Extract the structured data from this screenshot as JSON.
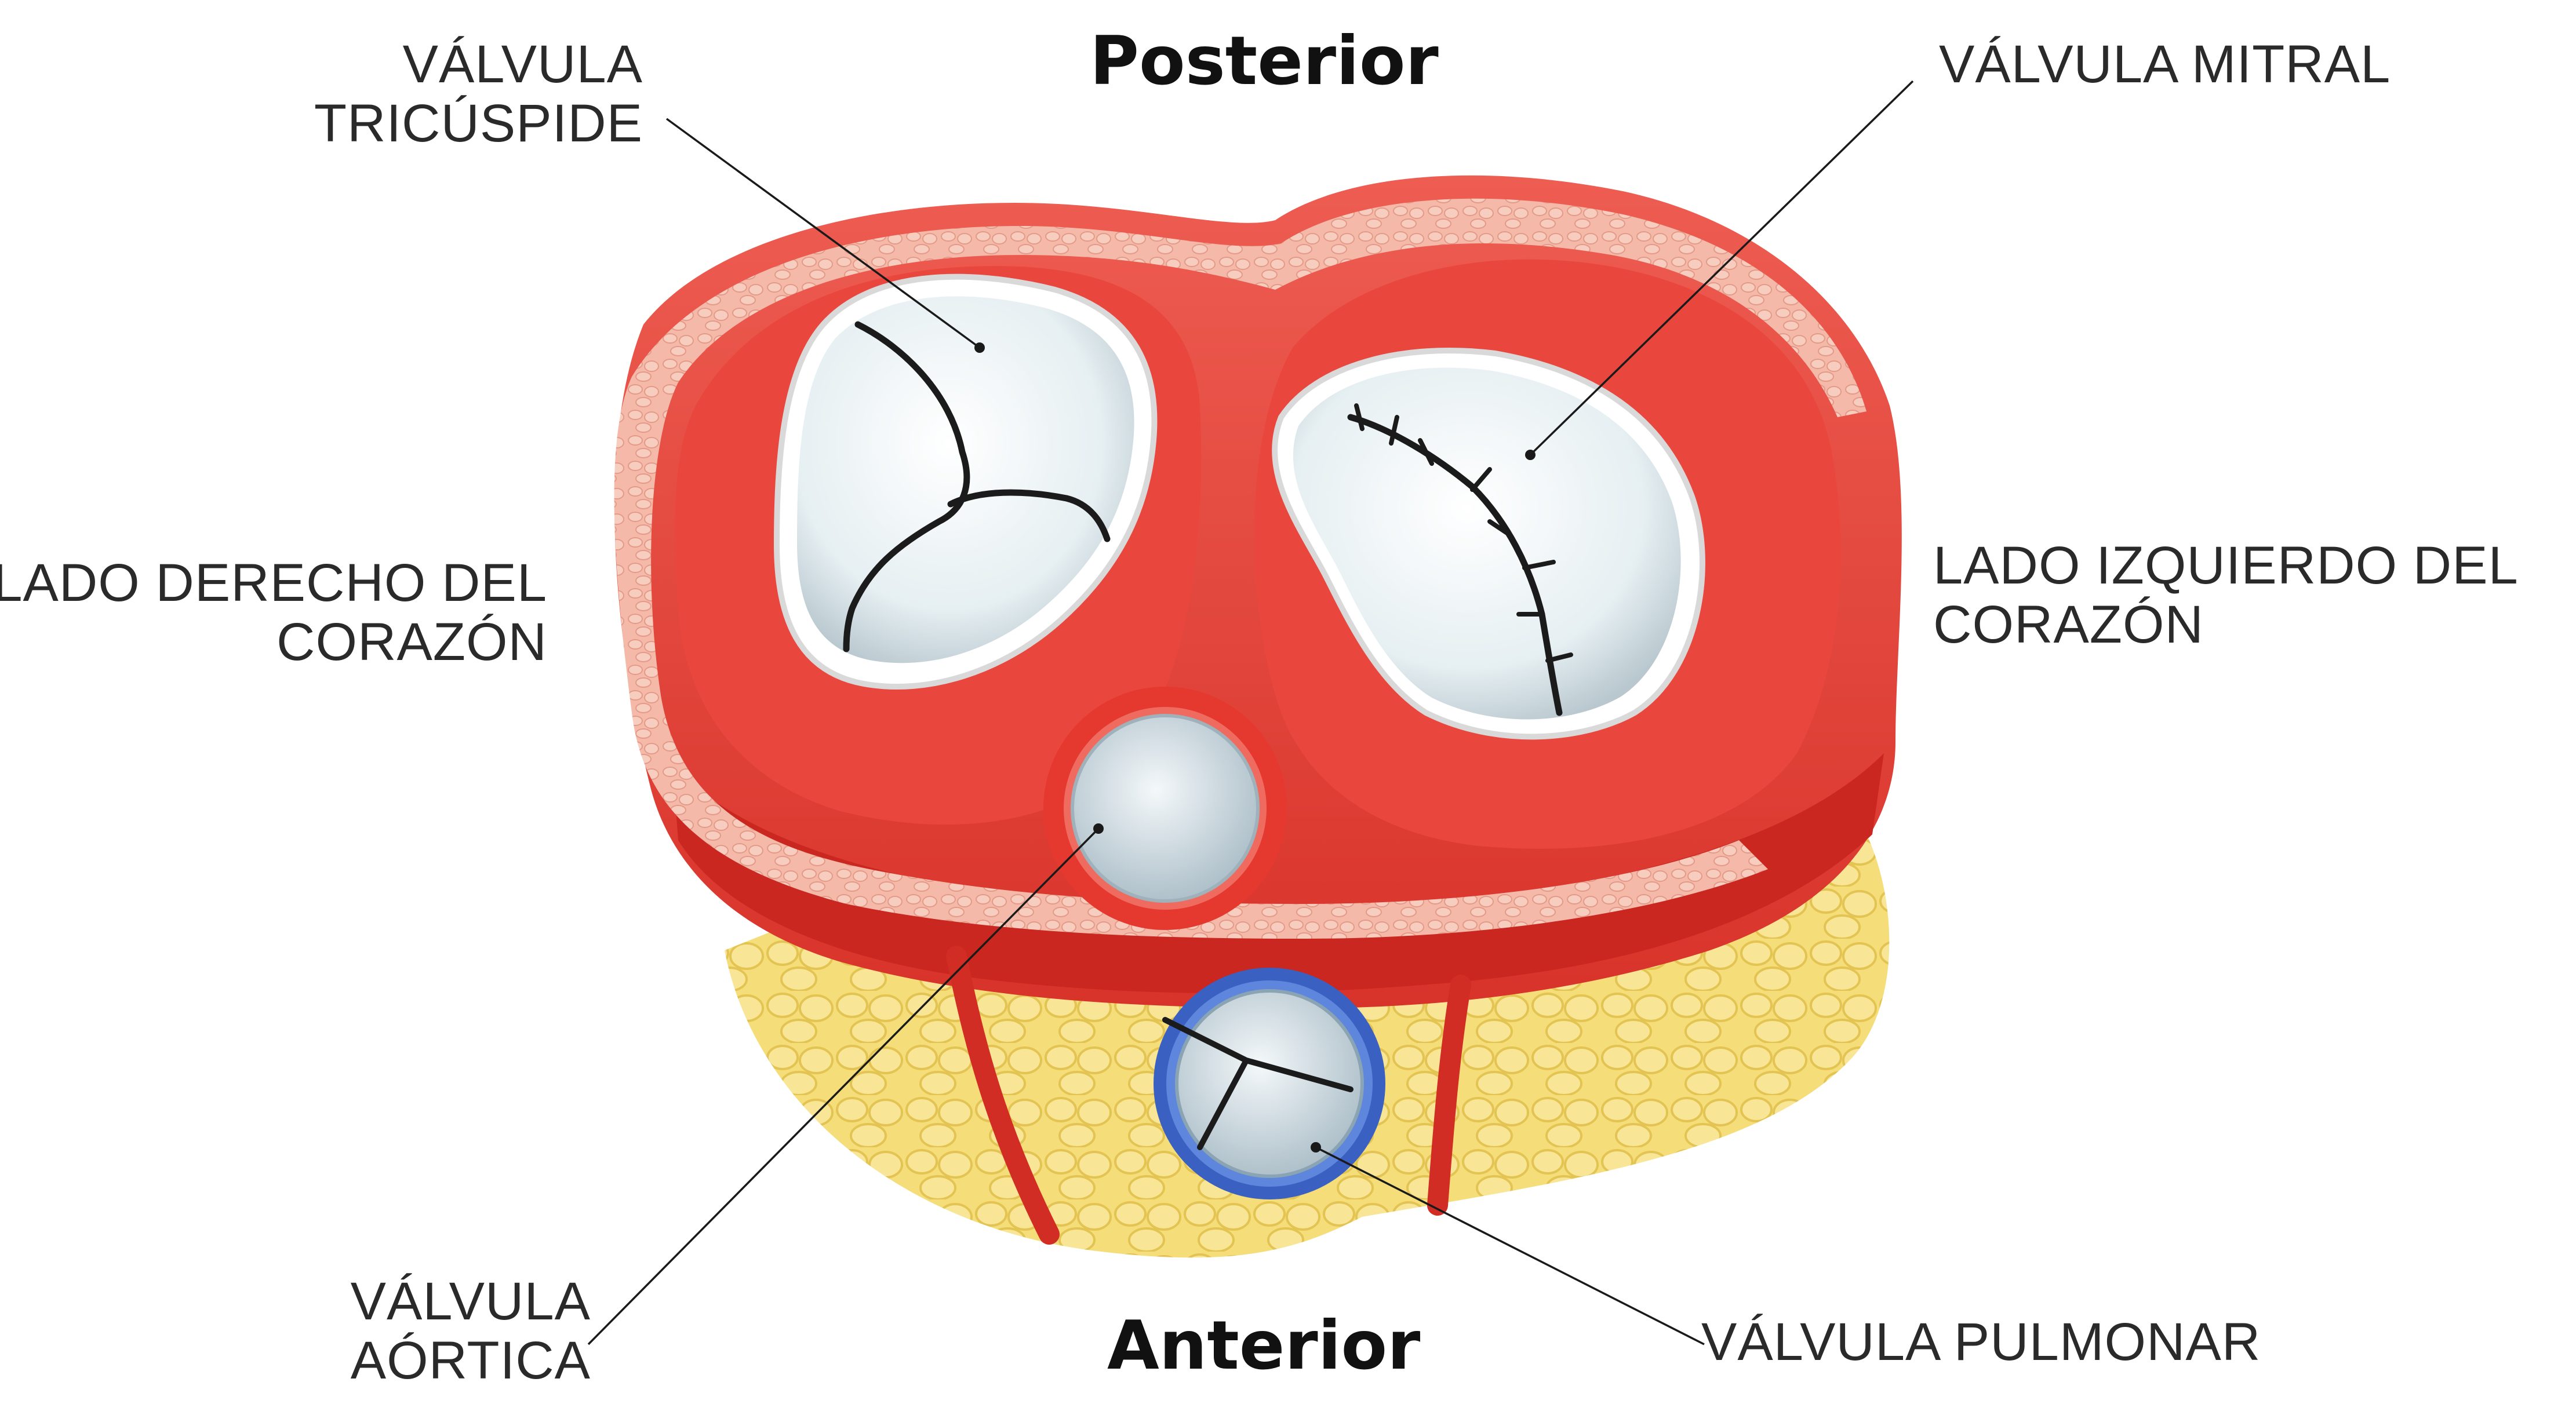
{
  "orientation": {
    "top": "Posterior",
    "bottom": "Anterior"
  },
  "labels": {
    "tricuspid": [
      "VÁLVULA",
      "TRICÚSPIDE"
    ],
    "mitral": [
      "VÁLVULA MITRAL"
    ],
    "right_side": [
      "LADO DERECHO DEL",
      "CORAZÓN"
    ],
    "left_side": [
      "LADO IZQUIERDO DEL",
      "CORAZÓN"
    ],
    "aortic": [
      "VÁLVULA",
      "AÓRTICA"
    ],
    "pulmonary": [
      "VÁLVULA PULMONAR"
    ]
  },
  "colors": {
    "myocardium": "#e8453c",
    "myocardium_dark": "#c92a22",
    "myocardium_light": "#f3877a",
    "tissue_pink": "#f3b4a4",
    "valve_white": "#eaf2f4",
    "valve_shadow": "#bccad0",
    "fat_yellow": "#f2d76a",
    "pulmonary_blue": "#3d63c4",
    "leader_line": "#1a1a1a"
  }
}
